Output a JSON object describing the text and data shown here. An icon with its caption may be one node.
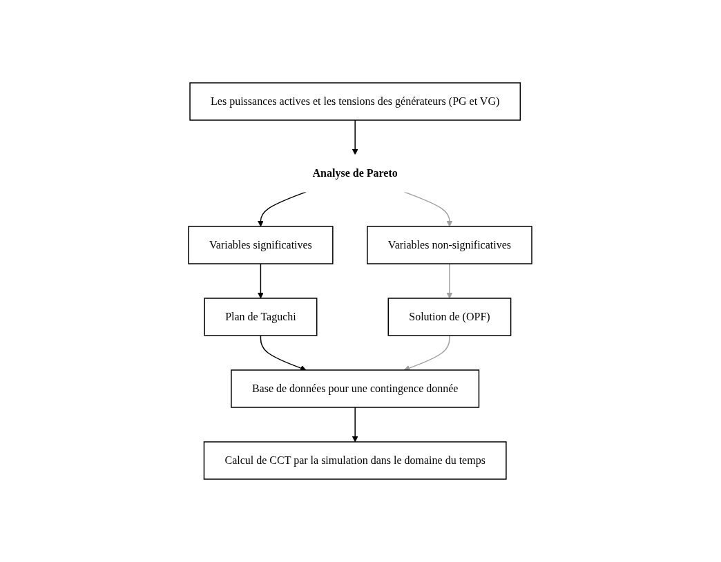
{
  "diagram": {
    "nodes": [
      {
        "text": [
          "Les puissances actives et les tensions des générateurs (PG et VG)"
        ]
      },
      {
        "text": [
          "Analyse de Pareto"
        ]
      },
      {
        "text": [
          "Variables significatives"
        ]
      },
      {
        "text": [
          "Variables non-significatives"
        ]
      },
      {
        "text": [
          "Plan de Taguchi"
        ]
      },
      {
        "text": [
          "Solution de (OPF)"
        ]
      },
      {
        "text": [
          "Base de données pour une contingence donnée"
        ]
      },
      {
        "text": [
          "Calcul de CCT par la simulation dans le domaine du temps"
        ]
      }
    ],
    "edges": [
      {
        "from": 0,
        "to": 1,
        "arrow": "to"
      },
      {
        "from": 1,
        "to": 2,
        "arrow": "to"
      },
      {
        "from": 1,
        "to": 3,
        "arrow": "to",
        "color": "#a0a0a0"
      },
      {
        "from": 2,
        "to": 4,
        "arrow": "to"
      },
      {
        "from": 3,
        "to": 5,
        "arrow": "to",
        "color": "#a0a0a0"
      },
      {
        "from": 4,
        "to": 6,
        "arrow": "to"
      },
      {
        "from": 5,
        "to": 6,
        "arrow": "to",
        "color": "#a0a0a0"
      },
      {
        "from": 6,
        "to": 7,
        "arrow": "to"
      }
    ]
  }
}
